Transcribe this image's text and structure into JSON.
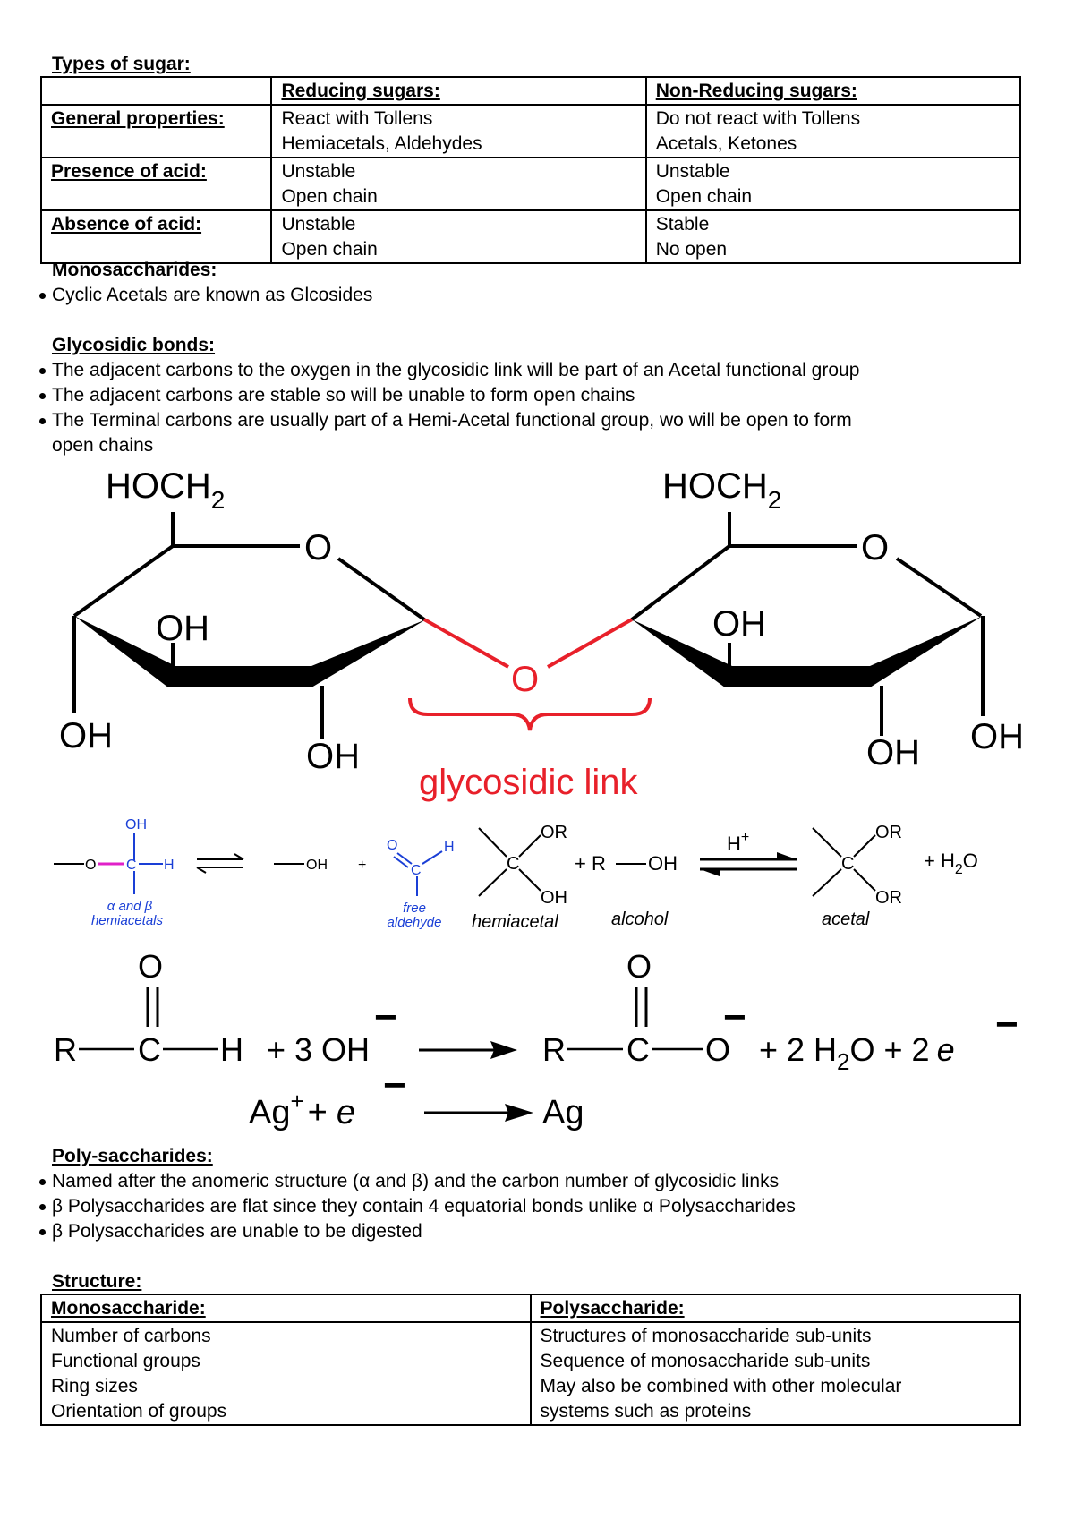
{
  "sugar_types": {
    "heading": "Types of sugar:",
    "columns": [
      "Reducing sugars:",
      "Non-Reducing sugars:"
    ],
    "rows": [
      {
        "label": "General properties:",
        "reducing": [
          "React with Tollens",
          "Hemiacetals, Aldehydes"
        ],
        "non_reducing": [
          "Do not react with Tollens",
          "Acetals, Ketones"
        ]
      },
      {
        "label": "Presence of acid:",
        "reducing": [
          "Unstable",
          "Open chain"
        ],
        "non_reducing": [
          "Unstable",
          "Open chain"
        ]
      },
      {
        "label": "Absence of acid:",
        "reducing": [
          "Unstable",
          "Open chain"
        ],
        "non_reducing": [
          "Stable",
          "No open"
        ]
      }
    ]
  },
  "monosaccharides": {
    "heading": "Monosaccharides:",
    "bullets": [
      "Cyclic Acetals are known as Glcosides"
    ]
  },
  "glycosidic_bonds": {
    "heading": "Glycosidic bonds:",
    "bullets": [
      "The adjacent carbons to the oxygen in the glycosidic link will be part of an Acetal functional group",
      "The adjacent carbons are stable so will be unable to form open chains",
      "The Terminal carbons are usually part of a Hemi-Acetal functional group, wo will be open to form",
      "open chains"
    ]
  },
  "disaccharide_figure": {
    "left_ch2oh": "HOCH",
    "right_ch2oh": "HOCH",
    "sub_2": "2",
    "ring_o": "O",
    "oh": "OH",
    "link_o": "O",
    "link_label": "glycosidic link",
    "link_color": "#e8202a"
  },
  "hemiacetal_figure": {
    "oh_top": "OH",
    "o_left": "O",
    "c_center": "C",
    "h_right": "H",
    "oh_product": "OH",
    "plus": "+",
    "aldehyde_o": "O",
    "aldehyde_h": "H",
    "aldehyde_c": "C",
    "label_hemiacetals_1": "α and β",
    "label_hemiacetals_2": "hemiacetals",
    "label_aldehyde_1": "free",
    "label_aldehyde_2": "aldehyde",
    "blue": "#1a3fd6",
    "magenta": "#e020c8"
  },
  "acetal_equation": {
    "or": "OR",
    "oh": "OH",
    "c": "C",
    "plus_roh": "+ R",
    "roh_oh": "OH",
    "catalyst": "H",
    "catalyst_sup": "+",
    "plus_water": "+ H",
    "water_sub": "2",
    "water_o": "O",
    "label_hemiacetal": "hemiacetal",
    "label_alcohol": "alcohol",
    "label_acetal": "acetal"
  },
  "tollens_equation": {
    "r": "R",
    "c": "C",
    "o": "O",
    "h": "H",
    "plus_oh": "+ 3 OH",
    "plus_water": "+ 2 H",
    "water_sub": "2",
    "water_tail": "O + 2",
    "electron": "e",
    "minus": "−"
  },
  "silver_equation": {
    "ag": "Ag",
    "plus_sup": "+",
    "plus": "+",
    "electron": "e",
    "minus": "−",
    "product": "Ag"
  },
  "polysaccharides": {
    "heading": "Poly-saccharides:",
    "bullets": [
      "Named after the anomeric structure (α and β) and the carbon number of glycosidic links",
      "β Polysaccharides are flat since they contain 4 equatorial bonds unlike α Polysaccharides",
      "β Polysaccharides are unable to be digested"
    ]
  },
  "structure": {
    "heading": "Structure:",
    "columns": [
      "Monosaccharide:",
      "Polysaccharide:"
    ],
    "mono_items": [
      "Number of carbons",
      "Functional groups",
      "Ring sizes",
      "Orientation of groups"
    ],
    "poly_items": [
      "Structures of monosaccharide sub-units",
      "Sequence of monosaccharide sub-units",
      "May also be combined with other molecular",
      "systems such as proteins"
    ]
  }
}
